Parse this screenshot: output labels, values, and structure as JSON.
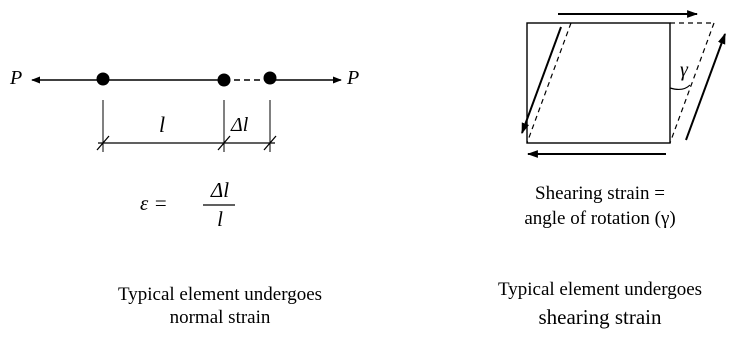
{
  "normal": {
    "load_left": "P",
    "load_right": "P",
    "length_label": "l",
    "delta_label": "Δl",
    "formula_lhs": "ε =",
    "formula_num": "Δl",
    "formula_den": "l",
    "caption_line1": "Typical element undergoes",
    "caption_line2": "normal strain"
  },
  "shear": {
    "angle_label": "γ",
    "desc_line1": "Shearing strain =",
    "desc_line2": "angle of rotation (γ)",
    "caption_line1": "Typical element undergoes",
    "caption_line2": "shearing strain"
  }
}
